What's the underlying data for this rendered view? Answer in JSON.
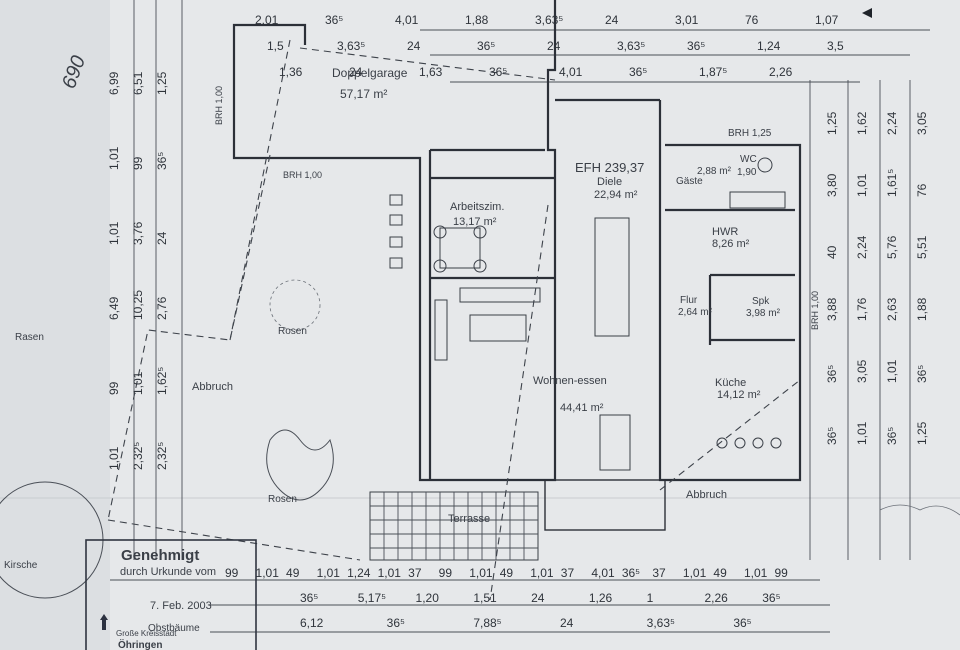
{
  "rooms": {
    "garage": {
      "name": "Doppelgarage",
      "area": "57,17 m²"
    },
    "study": {
      "name": "Arbeitszim.",
      "area": "13,17 m²"
    },
    "hall": {
      "level": "EFH 239,37",
      "name": "Diele",
      "area": "22,94 m²"
    },
    "guest_wc": {
      "name": "WC",
      "size": "1,90"
    },
    "guest_wc_area": "2,88 m²",
    "guest_label": "Gäste",
    "utility": {
      "name": "HWR",
      "area": "8,26 m²"
    },
    "corridor": {
      "name": "Flur",
      "area": "2,64 m²"
    },
    "pantry": {
      "name": "Spk",
      "area": "3,98 m²"
    },
    "living": {
      "name": "Wohnen-essen",
      "area": "44,41 m²"
    },
    "kitchen": {
      "name": "Küche",
      "area": "14,12 m²"
    },
    "terrace": {
      "name": "Terrasse"
    }
  },
  "labels": {
    "brh_top": "BRH 1,25",
    "brh_garage": "BRH 1,00",
    "brh_left": "BRH 1,00",
    "brh_right": "BRH 1,00",
    "roses_1": "Rosen",
    "roses_2": "Rosen",
    "lawn": "Rasen",
    "demolition_1": "Abbruch",
    "demolition_2": "Abbruch",
    "cherry": "Kirsche",
    "fruit_tree": "Obstbäume",
    "handwritten_note": "690"
  },
  "stamp": {
    "title": "Genehmigt",
    "line": "durch Urkunde vom",
    "date": "7. Feb. 2003",
    "authority": "Große Kreisstadt",
    "city": "Öhringen"
  },
  "dims": {
    "top": [
      "2,01",
      "1,5",
      "1,36",
      "36⁵",
      "3,63⁵",
      "24",
      "4,01",
      "24",
      "1,63",
      "1,88",
      "36⁵",
      "36⁵",
      "3,63⁵",
      "24",
      "4,01",
      "24",
      "3,63⁵",
      "36⁵",
      "3,01",
      "36⁵",
      "1,87⁵",
      "76",
      "1,24",
      "2,26",
      "1,07",
      "3,5"
    ],
    "left": [
      "6,99",
      "6,51",
      "1,25",
      "1,01",
      "99",
      "36⁵",
      "1,01",
      "3,76",
      "24",
      "6,49",
      "10,25",
      "2,76",
      "99",
      "1,01",
      "1,62⁵",
      "1,01",
      "2,32⁵",
      "2,32⁵"
    ],
    "right": [
      "1,25",
      "1,62",
      "2,24",
      "3,05",
      "3,80",
      "1,01",
      "1,61⁵",
      "76",
      "40",
      "2,24",
      "5,76",
      "5,51",
      "3,88",
      "1,76",
      "2,63",
      "1,88",
      "36⁵",
      "3,05",
      "1,01",
      "36⁵",
      "36⁵",
      "1,01",
      "36⁵",
      "1,25"
    ],
    "bottom": [
      "99",
      "1,01",
      "49",
      "1,01",
      "1,24",
      "1,01",
      "37",
      "99",
      "1,01",
      "49",
      "1,01",
      "37",
      "4,01",
      "36⁵",
      "37",
      "1,01",
      "49",
      "1,01",
      "99",
      "36⁵",
      "5,17⁵",
      "1,20",
      "1,51",
      "24",
      "1,26",
      "1",
      "2,26",
      "36⁵",
      "6,12",
      "36⁵",
      "7,88⁵",
      "24",
      "3,63⁵",
      "36⁵"
    ]
  }
}
